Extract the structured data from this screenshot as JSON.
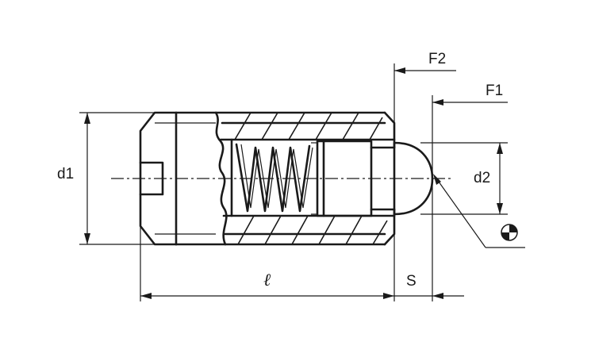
{
  "diagram": {
    "labels": {
      "d1": "d1",
      "d2": "d2",
      "f1": "F1",
      "f2": "F2",
      "length": "ℓ",
      "stroke": "S"
    },
    "symbols": {
      "center_of_gravity": "center-of-gravity-icon"
    }
  }
}
